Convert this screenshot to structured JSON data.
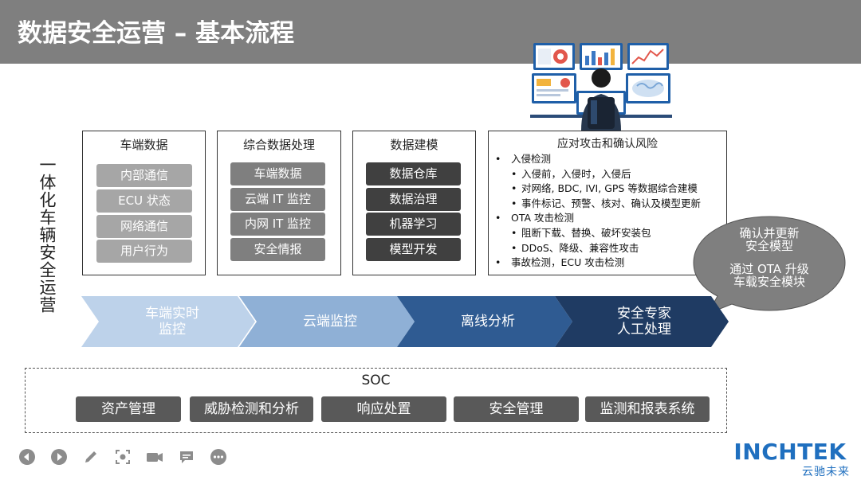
{
  "header": {
    "title": "数据安全运营 – 基本流程"
  },
  "vertical_title": "一体化车辆安全运营",
  "panels": [
    {
      "title": "车端数据",
      "items": [
        "内部通信",
        "ECU 状态",
        "网络通信",
        "用户行为"
      ]
    },
    {
      "title": "综合数据处理",
      "items": [
        "车端数据",
        "云端 IT 监控",
        "内网 IT 监控",
        "安全情报"
      ]
    },
    {
      "title": "数据建模",
      "items": [
        "数据仓库",
        "数据治理",
        "机器学习",
        "模型开发"
      ]
    }
  ],
  "risk_panel": {
    "title": "应对攻击和确认风险",
    "lines": [
      "入侵检测",
      "入侵前，入侵时，入侵后",
      "对网络, BDC, IVI, GPS 等数据综合建模",
      "事件标记、预警、核对、确认及模型更新",
      "OTA 攻击检测",
      "阻断下载、替换、破坏安装包",
      "DDoS、降级、兼容性攻击",
      "事故检测，ECU 攻击检测"
    ]
  },
  "bubble": {
    "line1": "确认并更新",
    "line2": "安全模型",
    "line3": "通过 OTA 升级",
    "line4": "车载安全模块"
  },
  "flow": [
    {
      "line1": "车端实时",
      "line2": "监控",
      "color": "#bdd2ea"
    },
    {
      "line1": "云端监控",
      "line2": "",
      "color": "#8fb0d6"
    },
    {
      "line1": "离线分析",
      "line2": "",
      "color": "#2f5b92"
    },
    {
      "line1": "安全专家",
      "line2": "人工处理",
      "color": "#1f3b63"
    }
  ],
  "soc": {
    "title": "SOC",
    "items": [
      "资产管理",
      "威胁检测和分析",
      "响应处置",
      "安全管理",
      "监测和报表系统"
    ]
  },
  "toolbar": {
    "icons": [
      "prev-icon",
      "next-icon",
      "pen-icon",
      "focus-icon",
      "camera-icon",
      "chat-icon",
      "more-icon"
    ]
  },
  "brand": {
    "name": "INCHTEK",
    "cn": "云驰未来",
    "color": "#1f6fbf"
  }
}
